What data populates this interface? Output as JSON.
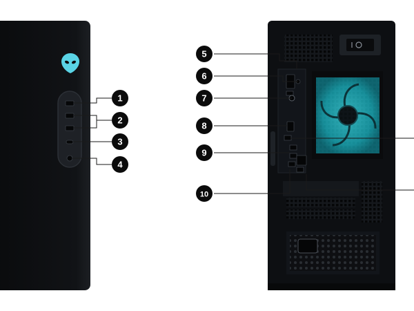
{
  "figure": {
    "background": "#ffffff",
    "front_panel": {
      "body_color": "#0b0c0e",
      "logo": "alien-head-logo",
      "logo_color": "#5ad4e6",
      "callouts": [
        "1",
        "2",
        "3",
        "4"
      ]
    },
    "rear_panel": {
      "body_color": "#0d0f12",
      "fan_color": "#22c7d4",
      "callouts": [
        "5",
        "6",
        "7",
        "8",
        "9",
        "10"
      ]
    },
    "callout_style": {
      "circle_fill": "#0b0b0b",
      "number_color": "#ffffff",
      "leader_color": "#1a1a1a"
    }
  }
}
